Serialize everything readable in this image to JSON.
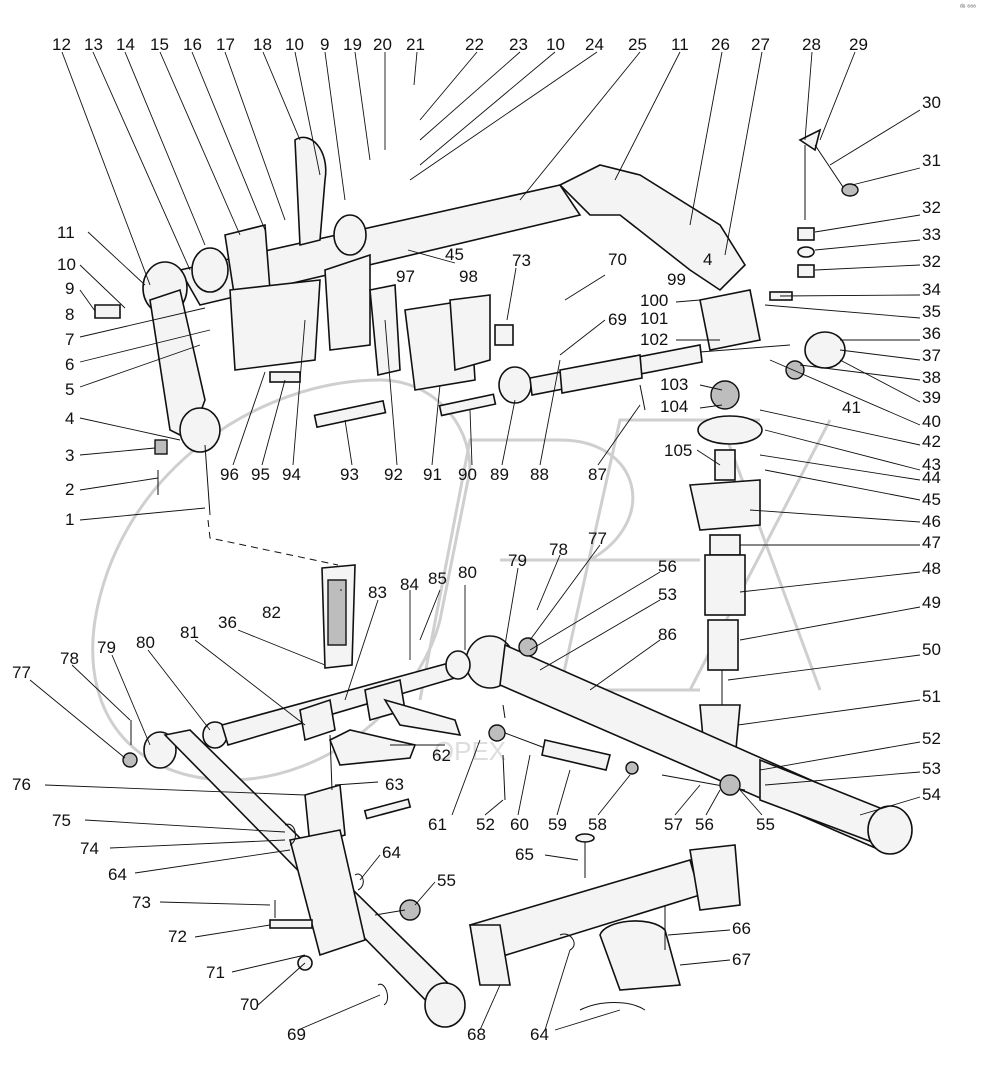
{
  "corner_mark": "ᵈᵉ ⁸⁸⁸",
  "watermark": "OPEX",
  "callouts": [
    {
      "id": "top-12",
      "text": "12"
    },
    {
      "id": "top-13",
      "text": "13"
    },
    {
      "id": "top-14",
      "text": "14"
    },
    {
      "id": "top-15",
      "text": "15"
    },
    {
      "id": "top-16",
      "text": "16"
    },
    {
      "id": "top-17",
      "text": "17"
    },
    {
      "id": "top-18",
      "text": "18"
    },
    {
      "id": "top-10a",
      "text": "10"
    },
    {
      "id": "top-9",
      "text": "9"
    },
    {
      "id": "top-19",
      "text": "19"
    },
    {
      "id": "top-20",
      "text": "20"
    },
    {
      "id": "top-21",
      "text": "21"
    },
    {
      "id": "top-22",
      "text": "22"
    },
    {
      "id": "top-23",
      "text": "23"
    },
    {
      "id": "top-10b",
      "text": "10"
    },
    {
      "id": "top-24",
      "text": "24"
    },
    {
      "id": "top-25",
      "text": "25"
    },
    {
      "id": "top-11",
      "text": "11"
    },
    {
      "id": "top-26",
      "text": "26"
    },
    {
      "id": "top-27",
      "text": "27"
    },
    {
      "id": "top-28",
      "text": "28"
    },
    {
      "id": "top-29",
      "text": "29"
    },
    {
      "id": "r-30",
      "text": "30"
    },
    {
      "id": "r-31",
      "text": "31"
    },
    {
      "id": "r-32a",
      "text": "32"
    },
    {
      "id": "r-33",
      "text": "33"
    },
    {
      "id": "r-32b",
      "text": "32"
    },
    {
      "id": "r-34",
      "text": "34"
    },
    {
      "id": "r-35",
      "text": "35"
    },
    {
      "id": "r-36",
      "text": "36"
    },
    {
      "id": "r-37",
      "text": "37"
    },
    {
      "id": "r-38",
      "text": "38"
    },
    {
      "id": "r-39",
      "text": "39"
    },
    {
      "id": "r-40",
      "text": "40"
    },
    {
      "id": "r-41",
      "text": "41"
    },
    {
      "id": "r-42",
      "text": "42"
    },
    {
      "id": "r-43",
      "text": "43"
    },
    {
      "id": "r-44",
      "text": "44"
    },
    {
      "id": "r-45",
      "text": "45"
    },
    {
      "id": "r-46",
      "text": "46"
    },
    {
      "id": "r-47",
      "text": "47"
    },
    {
      "id": "r-48",
      "text": "48"
    },
    {
      "id": "r-49",
      "text": "49"
    },
    {
      "id": "r-50",
      "text": "50"
    },
    {
      "id": "r-51",
      "text": "51"
    },
    {
      "id": "r-52",
      "text": "52"
    },
    {
      "id": "r-53",
      "text": "53"
    },
    {
      "id": "r-54",
      "text": "54"
    },
    {
      "id": "l-11",
      "text": "11"
    },
    {
      "id": "l-10",
      "text": "10"
    },
    {
      "id": "l-9",
      "text": "9"
    },
    {
      "id": "l-8",
      "text": "8"
    },
    {
      "id": "l-7",
      "text": "7"
    },
    {
      "id": "l-6",
      "text": "6"
    },
    {
      "id": "l-5",
      "text": "5"
    },
    {
      "id": "l-4",
      "text": "4"
    },
    {
      "id": "l-3",
      "text": "3"
    },
    {
      "id": "l-2",
      "text": "2"
    },
    {
      "id": "l-1",
      "text": "1"
    },
    {
      "id": "m-45",
      "text": "45"
    },
    {
      "id": "m-97",
      "text": "97"
    },
    {
      "id": "m-98",
      "text": "98"
    },
    {
      "id": "m-73",
      "text": "73"
    },
    {
      "id": "m-70",
      "text": "70"
    },
    {
      "id": "m-69",
      "text": "69"
    },
    {
      "id": "m-4",
      "text": "4"
    },
    {
      "id": "m-99",
      "text": "99"
    },
    {
      "id": "m-100",
      "text": "100"
    },
    {
      "id": "m-101",
      "text": "101"
    },
    {
      "id": "m-102",
      "text": "102"
    },
    {
      "id": "m-103",
      "text": "103"
    },
    {
      "id": "m-104",
      "text": "104"
    },
    {
      "id": "m-105",
      "text": "105"
    },
    {
      "id": "row-96",
      "text": "96"
    },
    {
      "id": "row-95",
      "text": "95"
    },
    {
      "id": "row-94",
      "text": "94"
    },
    {
      "id": "row-93",
      "text": "93"
    },
    {
      "id": "row-92",
      "text": "92"
    },
    {
      "id": "row-91",
      "text": "91"
    },
    {
      "id": "row-90",
      "text": "90"
    },
    {
      "id": "row-89",
      "text": "89"
    },
    {
      "id": "row-88",
      "text": "88"
    },
    {
      "id": "row-87",
      "text": "87"
    },
    {
      "id": "c-82",
      "text": "82"
    },
    {
      "id": "c-83",
      "text": "83"
    },
    {
      "id": "c-84",
      "text": "84"
    },
    {
      "id": "c-85",
      "text": "85"
    },
    {
      "id": "c-80a",
      "text": "80"
    },
    {
      "id": "c-79a",
      "text": "79"
    },
    {
      "id": "c-78a",
      "text": "78"
    },
    {
      "id": "c-77a",
      "text": "77"
    },
    {
      "id": "c-56a",
      "text": "56"
    },
    {
      "id": "c-53",
      "text": "53"
    },
    {
      "id": "c-86",
      "text": "86"
    },
    {
      "id": "c-36",
      "text": "36"
    },
    {
      "id": "c-81",
      "text": "81"
    },
    {
      "id": "c-80b",
      "text": "80"
    },
    {
      "id": "c-79b",
      "text": "79"
    },
    {
      "id": "c-78b",
      "text": "78"
    },
    {
      "id": "c-77b",
      "text": "77"
    },
    {
      "id": "c-62",
      "text": "62"
    },
    {
      "id": "c-63",
      "text": "63"
    },
    {
      "id": "c-76",
      "text": "76"
    },
    {
      "id": "c-75",
      "text": "75"
    },
    {
      "id": "c-74",
      "text": "74"
    },
    {
      "id": "c-64a",
      "text": "64"
    },
    {
      "id": "c-64b",
      "text": "64"
    },
    {
      "id": "c-73",
      "text": "73"
    },
    {
      "id": "c-72",
      "text": "72"
    },
    {
      "id": "c-71",
      "text": "71"
    },
    {
      "id": "c-70",
      "text": "70"
    },
    {
      "id": "c-69",
      "text": "69"
    },
    {
      "id": "c-68",
      "text": "68"
    },
    {
      "id": "c-64c",
      "text": "64"
    },
    {
      "id": "c-65",
      "text": "65"
    },
    {
      "id": "c-66",
      "text": "66"
    },
    {
      "id": "c-67",
      "text": "67"
    },
    {
      "id": "c-55a",
      "text": "55"
    },
    {
      "id": "c-61",
      "text": "61"
    },
    {
      "id": "c-52",
      "text": "52"
    },
    {
      "id": "c-60",
      "text": "60"
    },
    {
      "id": "c-59",
      "text": "59"
    },
    {
      "id": "c-58",
      "text": "58"
    },
    {
      "id": "c-57",
      "text": "57"
    },
    {
      "id": "c-56b",
      "text": "56"
    },
    {
      "id": "c-55b",
      "text": "55"
    }
  ]
}
